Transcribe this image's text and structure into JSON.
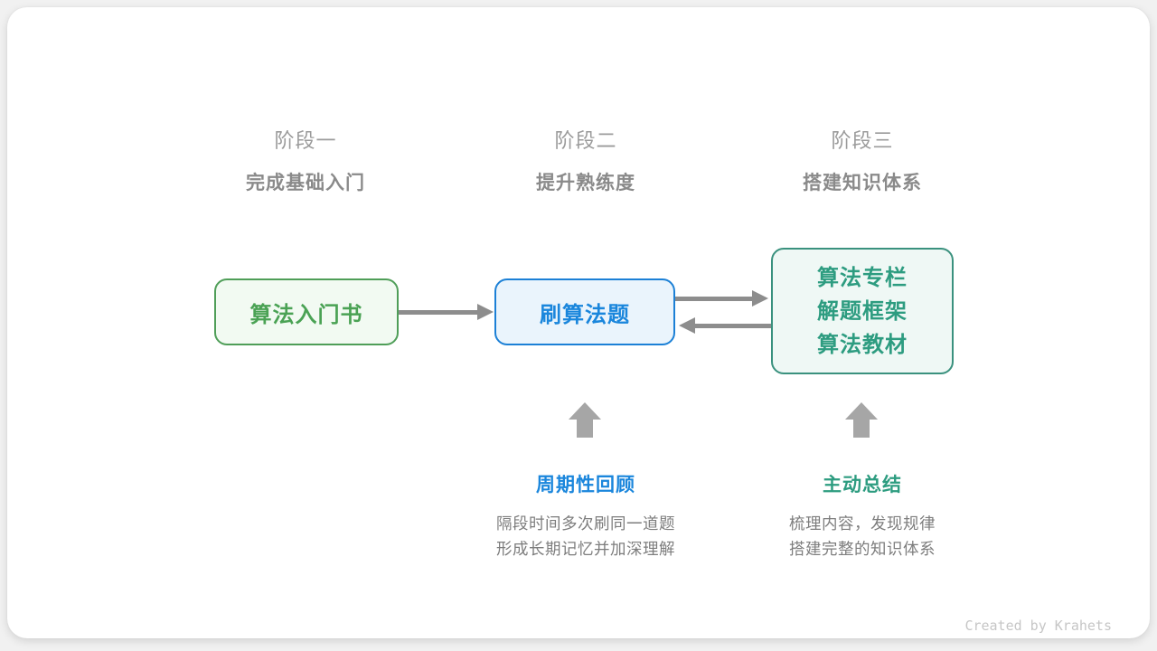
{
  "stages": [
    {
      "label": "阶段一",
      "title": "完成基础入门"
    },
    {
      "label": "阶段二",
      "title": "提升熟练度"
    },
    {
      "label": "阶段三",
      "title": "搭建知识体系"
    }
  ],
  "nodes": {
    "intro_book": {
      "label": "算法入门书"
    },
    "practice": {
      "label": "刷算法题"
    },
    "advanced": {
      "lines": [
        "算法专栏",
        "解题框架",
        "算法教材"
      ]
    }
  },
  "annotations": {
    "review": {
      "title": "周期性回顾",
      "lines": [
        "隔段时间多次刷同一道题",
        "形成长期记忆并加深理解"
      ]
    },
    "summary": {
      "title": "主动总结",
      "lines": [
        "梳理内容，发现规律",
        "搭建完整的知识体系"
      ]
    }
  },
  "footer": {
    "credit": "Created by Krahets"
  },
  "colors": {
    "green_text": "#4aa254",
    "green_border": "#4f9e58",
    "green_bg": "#f2faf2",
    "blue_text": "#1a86dc",
    "blue_border": "#1c80d6",
    "blue_bg": "#eaf4fc",
    "teal_text": "#2d9c80",
    "teal_border": "#3a917e",
    "teal_bg": "#eff8f5",
    "arrow": "#8d8d8d",
    "block_arrow": "#a6a6a6",
    "stage_label": "#9b9b9b",
    "stage_title": "#8a8a8a",
    "desc_text": "#7d7d7d",
    "credit_text": "#c6c6c6",
    "card_bg": "#ffffff",
    "page_bg": "#f1f1f1"
  }
}
